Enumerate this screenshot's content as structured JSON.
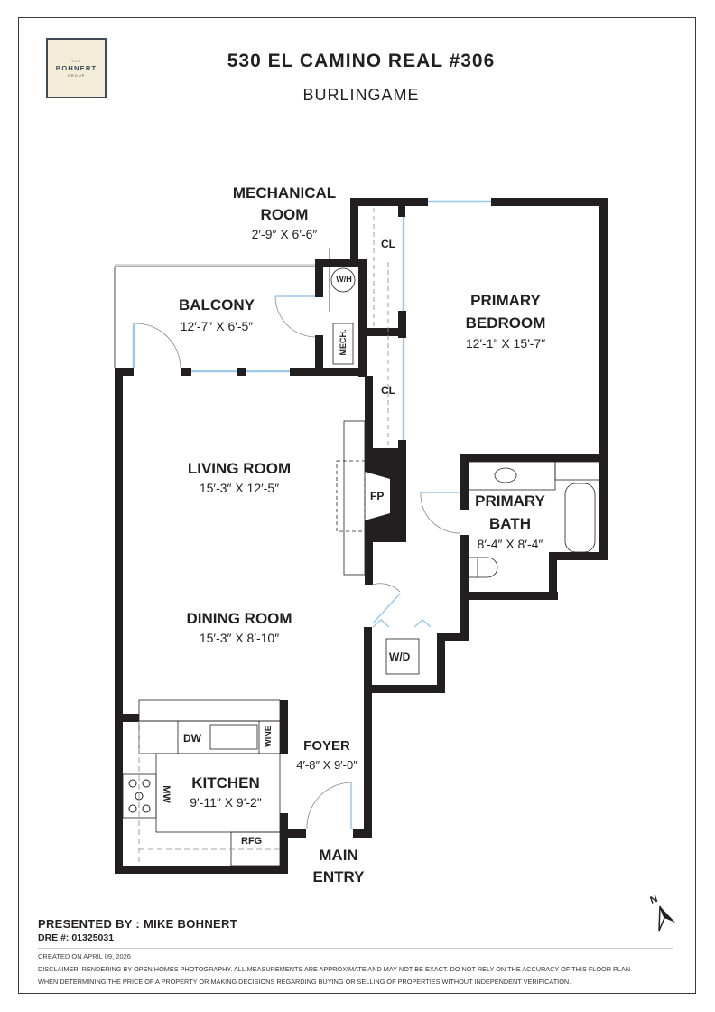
{
  "logo": {
    "line1": "THE",
    "line2": "BOHNERT",
    "line3": "GROUP"
  },
  "header": {
    "address": "530 EL CAMINO REAL #306",
    "city": "BURLINGAME"
  },
  "rooms": {
    "mechanical": {
      "name_line1": "MECHANICAL",
      "name_line2": "ROOM",
      "dims": "2′-9″ X 6′-6″"
    },
    "balcony": {
      "name": "BALCONY",
      "dims": "12′-7″ X 6′-5″"
    },
    "primary_bedroom": {
      "name_line1": "PRIMARY",
      "name_line2": "BEDROOM",
      "dims": "12′-1″ X 15′-7″"
    },
    "living_room": {
      "name": "LIVING ROOM",
      "dims": "15′-3″ X 12′-5″"
    },
    "dining_room": {
      "name": "DINING ROOM",
      "dims": "15′-3″ X 8′-10″"
    },
    "primary_bath": {
      "name_line1": "PRIMARY",
      "name_line2": "BATH",
      "dims": "8′-4″ X 8′-4″"
    },
    "kitchen": {
      "name": "KITCHEN",
      "dims": "9′-11″ X 9′-2″"
    },
    "foyer": {
      "name": "FOYER",
      "dims": "4′-8″ X 9′-0″"
    },
    "main_entry": {
      "line1": "MAIN",
      "line2": "ENTRY"
    }
  },
  "fixtures": {
    "water_heater": "W/H",
    "mech": "MECH.",
    "closet1": "CL",
    "closet2": "CL",
    "fireplace": "FP",
    "washer_dryer": "W/D",
    "dishwasher": "DW",
    "wine": "WINE",
    "microwave": "MW",
    "refrigerator": "RFG"
  },
  "colors": {
    "wall": "#231f20",
    "window": "#9cc8ea",
    "logo_bg": "#f3ecd9",
    "logo_border": "#3f4a57"
  },
  "compass": {
    "label": "N"
  },
  "footer": {
    "presented_by": "PRESENTED BY : MIKE BOHNERT",
    "dre": "DRE #: 01325031",
    "created": "CREATED ON APRIL 09, 2026",
    "disclaimer_line1": "DISCLAIMER: RENDERING BY OPEN HOMES PHOTOGRAPHY. ALL MEASUREMENTS ARE APPROXIMATE AND MAY NOT BE EXACT. DO NOT RELY ON THE ACCURACY OF THIS FLOOR PLAN",
    "disclaimer_line2": "WHEN DETERMINING THE PRICE OF A PROPERTY OR MAKING DECISIONS REGARDING BUYING OR SELLING OF PROPERTIES WITHOUT INDEPENDENT VERIFICATION."
  }
}
